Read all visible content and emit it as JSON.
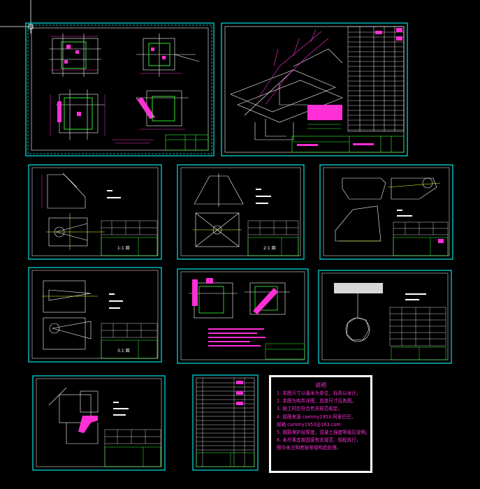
{
  "drawing": {
    "background": "#000000",
    "colors": {
      "frame": "#00e5e5",
      "geometry": "#ffffff",
      "annotation": "#ff2fd6",
      "highlight": "#33ff33",
      "centerline": "#ffff33",
      "hatch": "#3a8cff"
    },
    "sheet_labels": {
      "s3": "1:1 図",
      "s4": "2:1 図",
      "s6": "3:1 図"
    },
    "notes": {
      "title": "说明",
      "items": [
        "1. 本图尺寸以毫米为单位，标高以米计。",
        "2. 本图为构件详图，具体尺寸见各图。",
        "3. 施工时应符合有关规范规定。",
        "4. 原图来源 cammy1953 阿里巴巴，",
        "   邮箱 cammy1953@163.com",
        "5. 钢筋保护层厚度，混凝土强度等级见说明。",
        "6. 未尽事宜按国家有关规范、规程执行，",
        "   图中未注明者按常规构造处理。"
      ]
    }
  }
}
